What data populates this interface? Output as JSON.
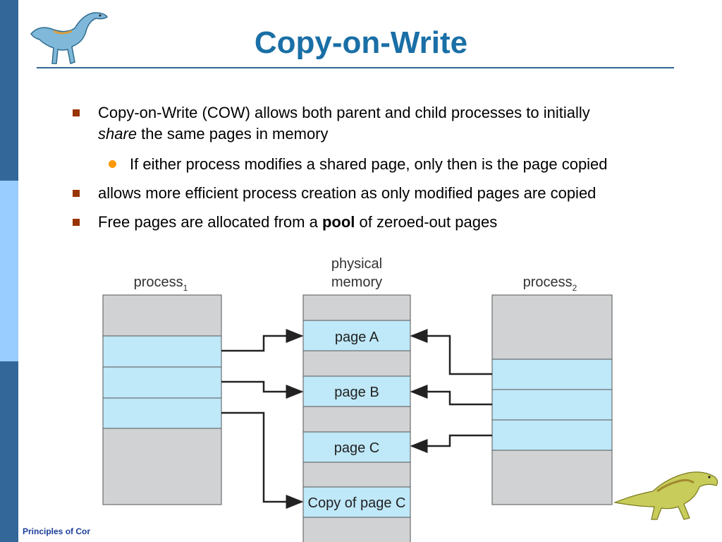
{
  "title": "Copy-on-Write",
  "bullets": {
    "b1_pre": "Copy-on-Write (COW) allows both parent and child processes to initially",
    "b1_em": "share",
    "b1_post": " the same pages in memory",
    "b2": "If either process modifies a shared page, only then is the page copied",
    "b3": "allows more efficient process creation as only modified pages are copied",
    "b4_pre": "Free pages are allocated from a ",
    "b4_bold": "pool",
    "b4_post": " of zeroed-out pages"
  },
  "diagram": {
    "process1_label": "process",
    "process1_sub": "1",
    "physical_label_1": "physical",
    "physical_label_2": "memory",
    "process2_label": "process",
    "process2_sub": "2",
    "page_a": "page A",
    "page_b": "page B",
    "page_c": "page C",
    "copy_c": "Copy of page C"
  },
  "footer": "Principles of Cor",
  "colors": {
    "title": "#1a6fa6",
    "sidebar_dark": "#336699",
    "sidebar_light": "#99ccff",
    "page_fill": "#bfe8f8",
    "empty_fill": "#d0d2d4",
    "bullet_square": "#993300",
    "bullet_dot": "#ff9900"
  },
  "icons": {
    "logo": "dinosaur-logo-icon",
    "corner": "dinosaur-corner-icon"
  }
}
